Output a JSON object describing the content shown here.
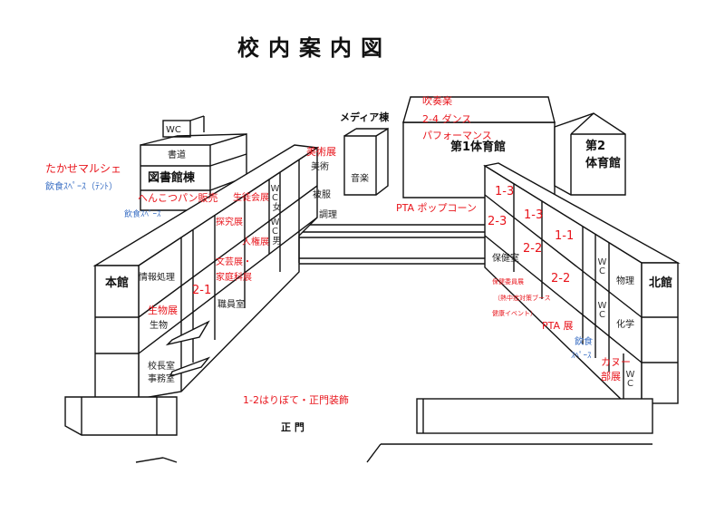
{
  "title": "校内案内図",
  "colors": {
    "event": "#e8141b",
    "food": "#3a6fc4",
    "line": "#111111"
  },
  "buildings": {
    "library": {
      "name": "図書館棟",
      "rooms": [
        "書道"
      ],
      "wc": "WC"
    },
    "media": {
      "name": "メディア棟",
      "rooms": [
        "音楽"
      ]
    },
    "gym1": {
      "name": "第1体育館"
    },
    "gym2": {
      "line1": "第2",
      "line2": "体育館"
    },
    "main": {
      "name": "本館",
      "rooms": [
        "情報処理",
        "生物",
        "校長室",
        "事務室",
        "職員室",
        "美術",
        "被服",
        "調理"
      ],
      "wc_female": "WC女",
      "wc_male": "WC男"
    },
    "north": {
      "name": "北館",
      "rooms": [
        "保健室",
        "物理",
        "化学"
      ],
      "wc": "WC"
    },
    "gate": "正 門"
  },
  "events": {
    "marche": "たかせマルシェ",
    "bread": "へんこつパン販売",
    "art": "美術展",
    "student_council": "生徒会展",
    "inquiry": "探究展",
    "human_rights": "人権展",
    "literature": "文芸展・",
    "home_ec": "家庭科展",
    "class_2_1": "2-1",
    "biology": "生物展",
    "brass": "吹奏楽",
    "dance": "2-4 ダンス",
    "performance": "パフォーマンス",
    "pta_popcorn": "PTA ポップコーン",
    "class_1_3a": "1-3",
    "class_2_3": "2-3",
    "class_1_3b": "1-3",
    "class_2_2a": "2-2",
    "class_1_1": "1-1",
    "class_2_2b": "2-2",
    "health1": "保健委員展",
    "health2": "（熱中症対策ブース",
    "health3": "健康イベント）",
    "pta_exhibit": "PTA 展",
    "canoe1": "カヌー",
    "canoe2": "部展",
    "gate_deco": "1-2はりぼて・正門装飾"
  },
  "food": {
    "tent": "飲食ｽﾍﾟｰｽ（ﾃﾝﾄ）",
    "space_left": "飲食ｽﾍﾟｰｽ",
    "space_right1": "飲食",
    "space_right2": "ｽﾍﾟｰｽ"
  }
}
